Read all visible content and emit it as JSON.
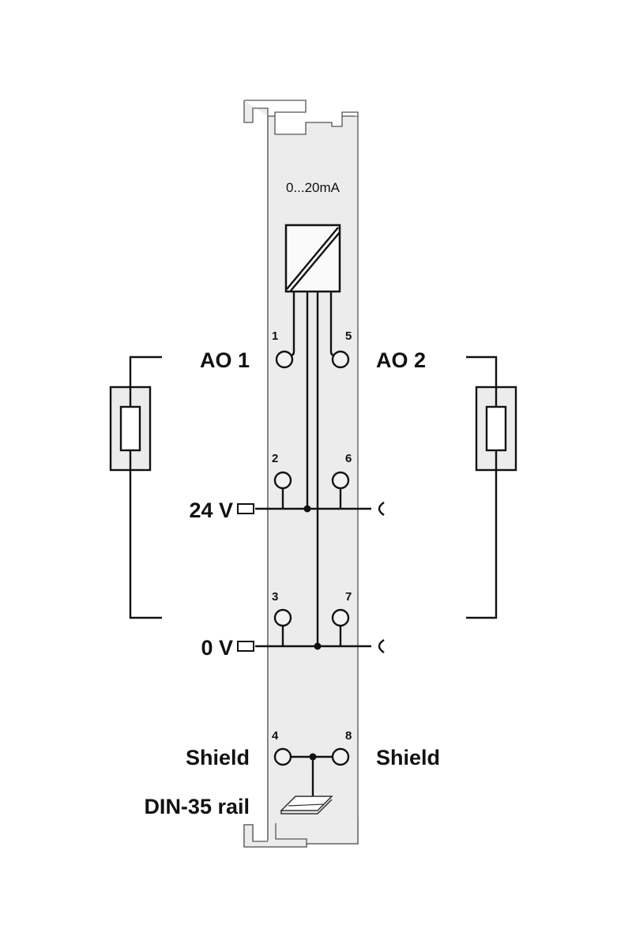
{
  "module": {
    "range_label": "0...20mA",
    "terminals": [
      "1",
      "2",
      "3",
      "4",
      "5",
      "6",
      "7",
      "8"
    ],
    "labels": {
      "ao1": "AO 1",
      "ao2": "AO 2",
      "v24": "24 V",
      "v0": "0 V",
      "shield_left": "Shield",
      "shield_right": "Shield",
      "din_rail": "DIN-35 rail"
    }
  },
  "colors": {
    "body": "#ececec",
    "line": "#111111"
  }
}
